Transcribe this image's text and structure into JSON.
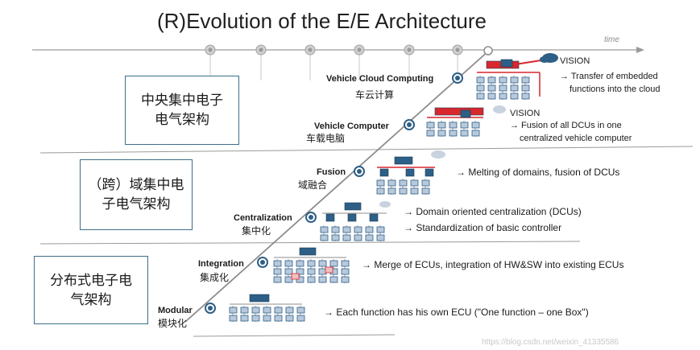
{
  "title": "(R)Evolution of the E/E Architecture",
  "axis": {
    "time_label": "time"
  },
  "categories": [
    {
      "label": "中央集中电子电气架构"
    },
    {
      "label": "（跨）域集中电子电气架构"
    },
    {
      "label": "分布式电子电气架构"
    }
  ],
  "stages": [
    {
      "en": "Modular",
      "cn": "模块化",
      "desc": [
        "→ Each function has his own ECU (\"One function – one Box\")"
      ]
    },
    {
      "en": "Integration",
      "cn": "集成化",
      "desc": [
        "→ Merge of ECUs, integration of HW&SW into existing ECUs"
      ]
    },
    {
      "en": "Centralization",
      "cn": "集中化",
      "desc": [
        "→ Domain oriented centralization (DCUs)",
        "→ Standardization of basic controller"
      ]
    },
    {
      "en": "Fusion",
      "cn": "域融合",
      "desc": [
        "→ Melting of domains, fusion of DCUs"
      ]
    },
    {
      "en": "Vehicle Computer",
      "cn": "车载电脑",
      "vision": "VISION",
      "desc": [
        "→ Fusion of all DCUs in one",
        "centralized vehicle computer"
      ]
    },
    {
      "en": "Vehicle Cloud Computing",
      "cn": "车云计算",
      "vision": "VISION",
      "desc": [
        "→ Transfer of embedded",
        "functions into  the cloud"
      ]
    }
  ],
  "colors": {
    "accent_red": "#d9272e",
    "node_blue": "#2e5f86",
    "ecu_fill": "#b8c9dc",
    "line_gray": "#8c8c8c",
    "box_border": "#3c6e8a"
  },
  "watermark": "https://blog.csdn.net/weixin_41335586"
}
